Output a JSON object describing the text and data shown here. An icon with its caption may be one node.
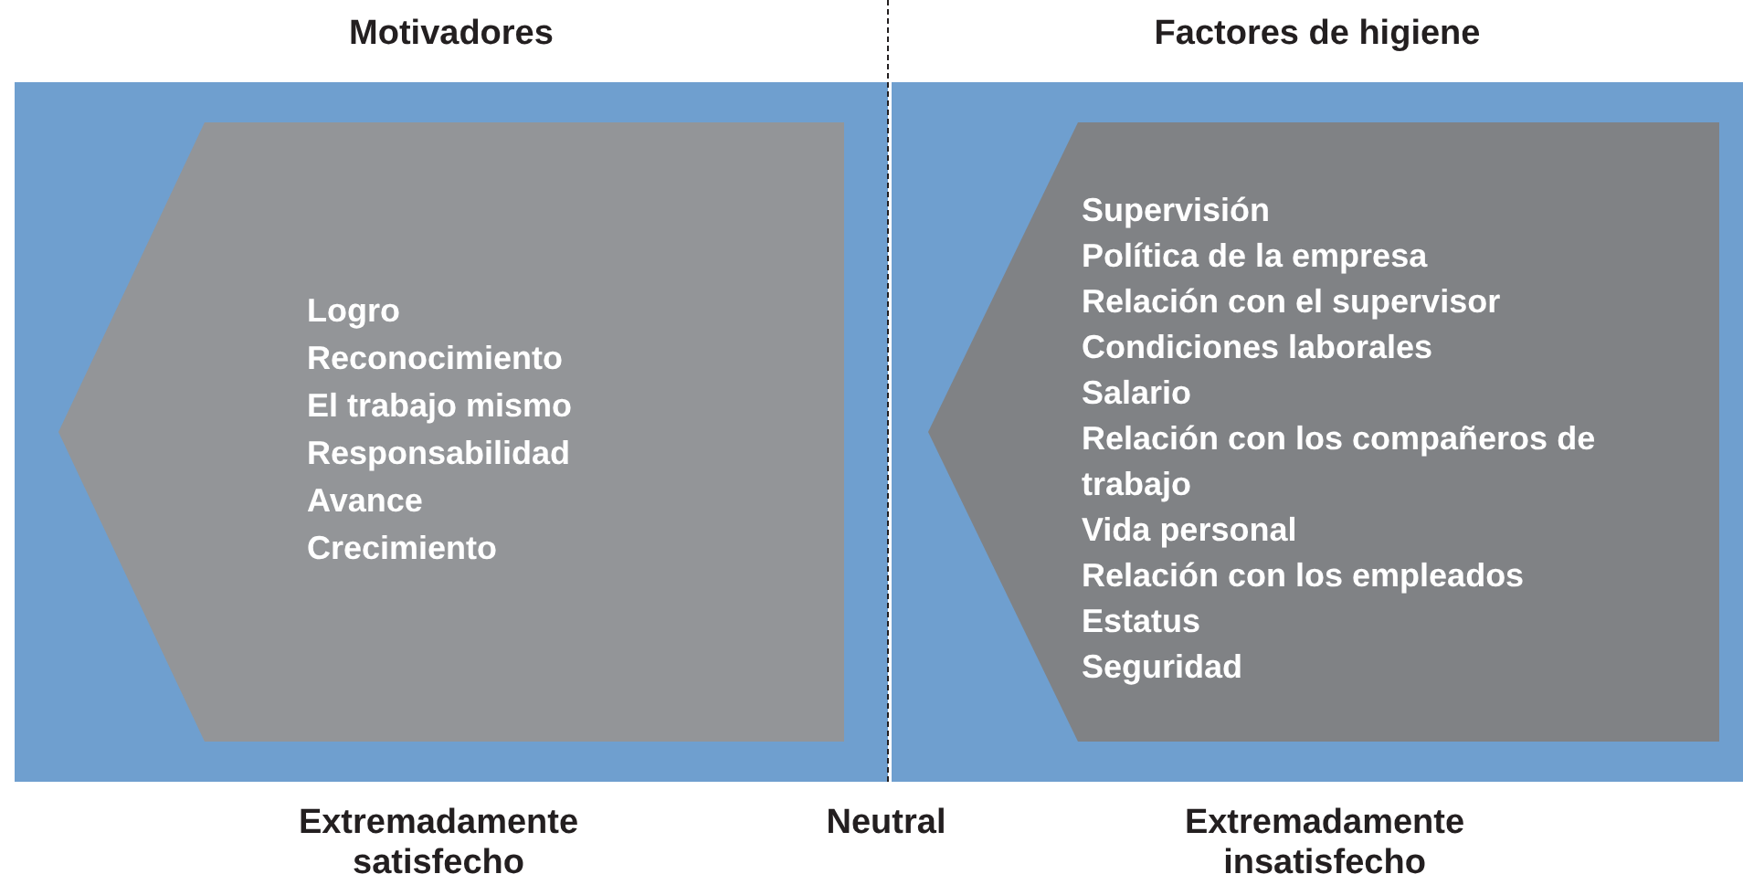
{
  "diagram": {
    "nodes": [
      {
        "text": [
          "Motivadores"
        ]
      },
      {
        "text": [
          "Logro",
          "Reconocimiento",
          "El trabajo mismo",
          "Responsabilidad",
          "Avance",
          "Crecimiento"
        ],
        "in": 0
      },
      {
        "text": [
          "Factores de higiene"
        ]
      },
      {
        "text": [
          "Supervisión",
          "Política de la empresa",
          "Relación con el supervisor",
          "Condiciones laborales",
          "Salario",
          "Relación con los compañeros de trabajo",
          "Vida personal",
          "Relación con los empleados",
          "Estatus",
          "Seguridad"
        ],
        "in": 2
      }
    ],
    "edges": [],
    "labels": [
      "Extremadamente satisfecho",
      "Neutral",
      "Extremadamente insatisfecho"
    ]
  }
}
